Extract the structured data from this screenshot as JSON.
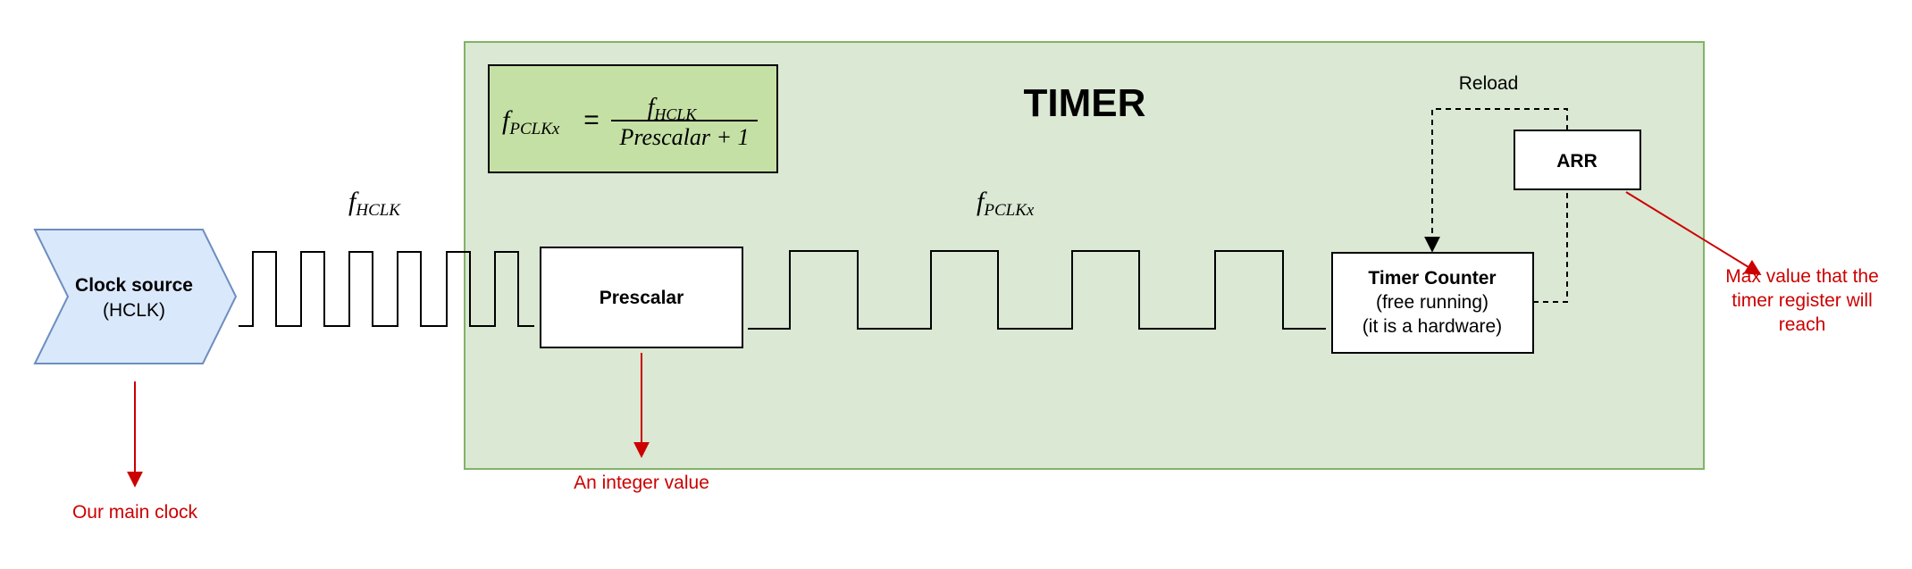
{
  "timer": {
    "title": "TIMER"
  },
  "formula": {
    "lhs_base": "f",
    "lhs_sub": "PCLKx",
    "equals": "=",
    "num_base": "f",
    "num_sub": "HCLK",
    "den": "Prescalar + 1"
  },
  "signals": {
    "hclk_base": "f",
    "hclk_sub": "HCLK",
    "pclk_base": "f",
    "pclk_sub": "PCLKx"
  },
  "clock_source": {
    "line1": "Clock source",
    "line2": "(HCLK)"
  },
  "prescalar": {
    "label": "Prescalar"
  },
  "counter": {
    "line1": "Timer Counter",
    "line2": "(free running)",
    "line3": "(it is a hardware)"
  },
  "arr": {
    "label": "ARR"
  },
  "reload": {
    "label": "Reload"
  },
  "annotations": {
    "main_clock": "Our main clock",
    "integer_value": "An integer value",
    "max_line1": "Max value that the",
    "max_line2": "timer register will",
    "max_line3": "reach"
  },
  "colors": {
    "timer_fill": "#dae8d4",
    "timer_stroke": "#82b366",
    "formula_fill": "#c5e0a5",
    "source_fill": "#dae8fc",
    "source_stroke": "#6c8ebf",
    "annotation": "#cc0000"
  }
}
